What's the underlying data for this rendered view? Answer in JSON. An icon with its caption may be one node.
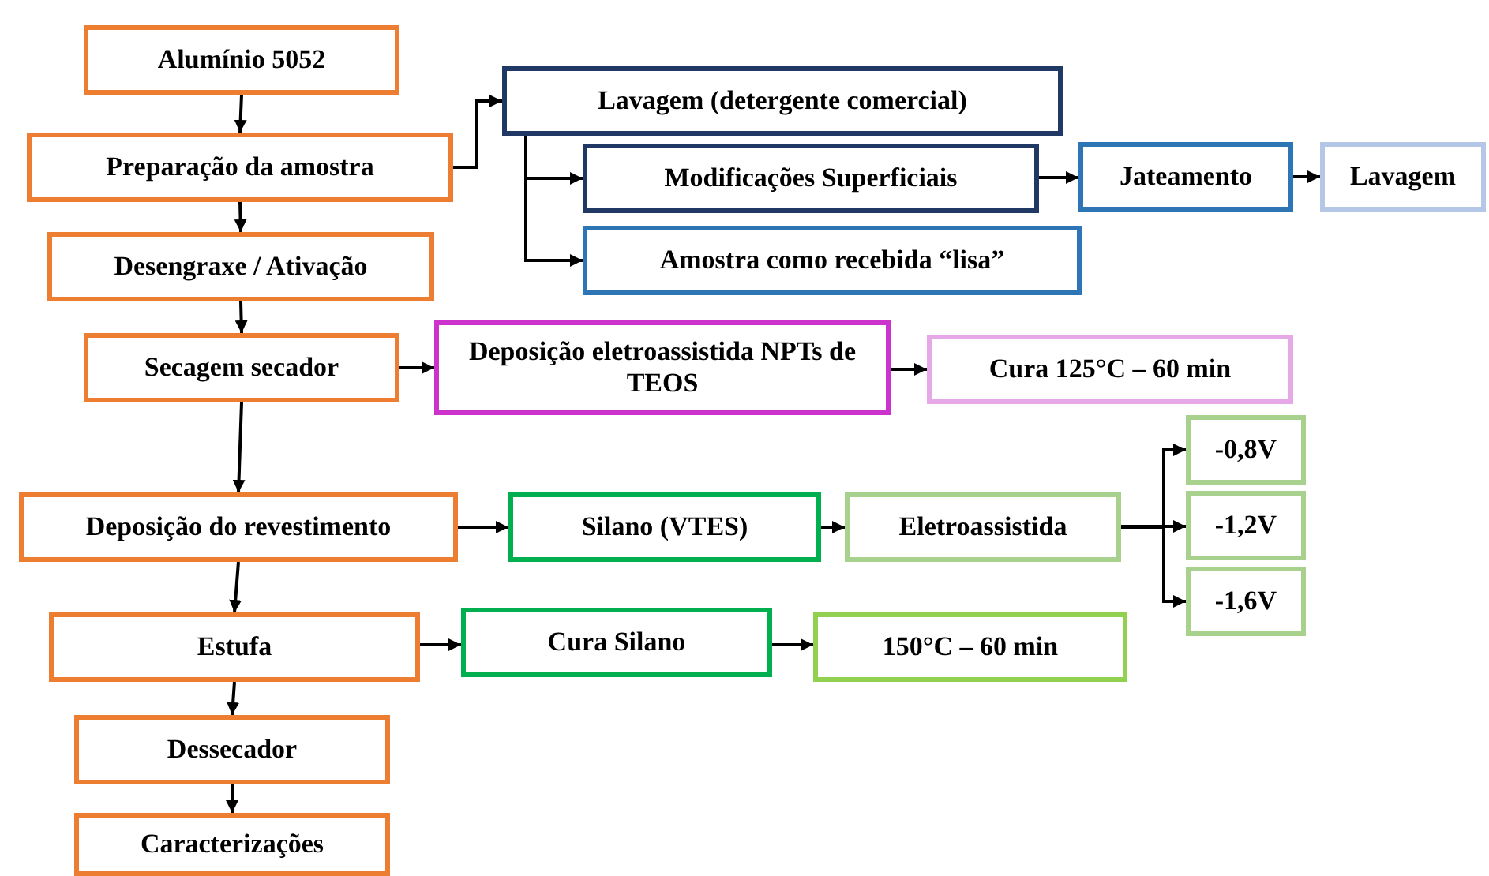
{
  "diagram": {
    "nodes": [
      {
        "text": [
          "Alumínio 5052"
        ]
      },
      {
        "text": [
          "Preparação da amostra"
        ]
      },
      {
        "text": [
          "Desengraxe / Ativação"
        ]
      },
      {
        "text": [
          "Secagem secador"
        ]
      },
      {
        "text": [
          "Deposição do revestimento"
        ]
      },
      {
        "text": [
          "Estufa"
        ]
      },
      {
        "text": [
          "Dessecador"
        ]
      },
      {
        "text": [
          "Caracterizações"
        ]
      },
      {
        "text": [
          "Lavagem (detergente comercial)"
        ]
      },
      {
        "text": [
          "Modificações Superficiais"
        ]
      },
      {
        "text": [
          "Jateamento"
        ]
      },
      {
        "text": [
          "Lavagem"
        ]
      },
      {
        "text": [
          "Amostra como recebida “lisa”"
        ]
      },
      {
        "text": [
          "Deposição eletroassistida NPTs de TEOS"
        ]
      },
      {
        "text": [
          "Cura 125°C – 60 min"
        ]
      },
      {
        "text": [
          "Silano (VTES)"
        ]
      },
      {
        "text": [
          "Eletroassistida"
        ]
      },
      {
        "text": [
          "-0,8V"
        ]
      },
      {
        "text": [
          "-1,2V"
        ]
      },
      {
        "text": [
          "-1,6V"
        ]
      },
      {
        "text": [
          "Cura Silano"
        ]
      },
      {
        "text": [
          "150°C – 60 min"
        ]
      }
    ],
    "edges": [
      {
        "from": 0,
        "to": 1,
        "arrow": "to"
      },
      {
        "from": 1,
        "to": 2,
        "arrow": "to"
      },
      {
        "from": 2,
        "to": 3,
        "arrow": "to"
      },
      {
        "from": 3,
        "to": 4,
        "arrow": "to"
      },
      {
        "from": 4,
        "to": 5,
        "arrow": "to"
      },
      {
        "from": 5,
        "to": 6,
        "arrow": "to"
      },
      {
        "from": 6,
        "to": 7,
        "arrow": "to"
      },
      {
        "from": 1,
        "to": 8,
        "arrow": "to"
      },
      {
        "from": 8,
        "to": 9,
        "arrow": "to"
      },
      {
        "from": 8,
        "to": 12,
        "arrow": "to"
      },
      {
        "from": 9,
        "to": 10,
        "arrow": "to"
      },
      {
        "from": 10,
        "to": 11,
        "arrow": "to"
      },
      {
        "from": 3,
        "to": 13,
        "arrow": "to"
      },
      {
        "from": 13,
        "to": 14,
        "arrow": "to"
      },
      {
        "from": 4,
        "to": 15,
        "arrow": "to"
      },
      {
        "from": 15,
        "to": 16,
        "arrow": "to"
      },
      {
        "from": 16,
        "to": 17,
        "arrow": "to"
      },
      {
        "from": 16,
        "to": 18,
        "arrow": "to"
      },
      {
        "from": 16,
        "to": 19,
        "arrow": "to"
      },
      {
        "from": 5,
        "to": 20,
        "arrow": "to"
      },
      {
        "from": 20,
        "to": 21,
        "arrow": "to"
      }
    ]
  }
}
